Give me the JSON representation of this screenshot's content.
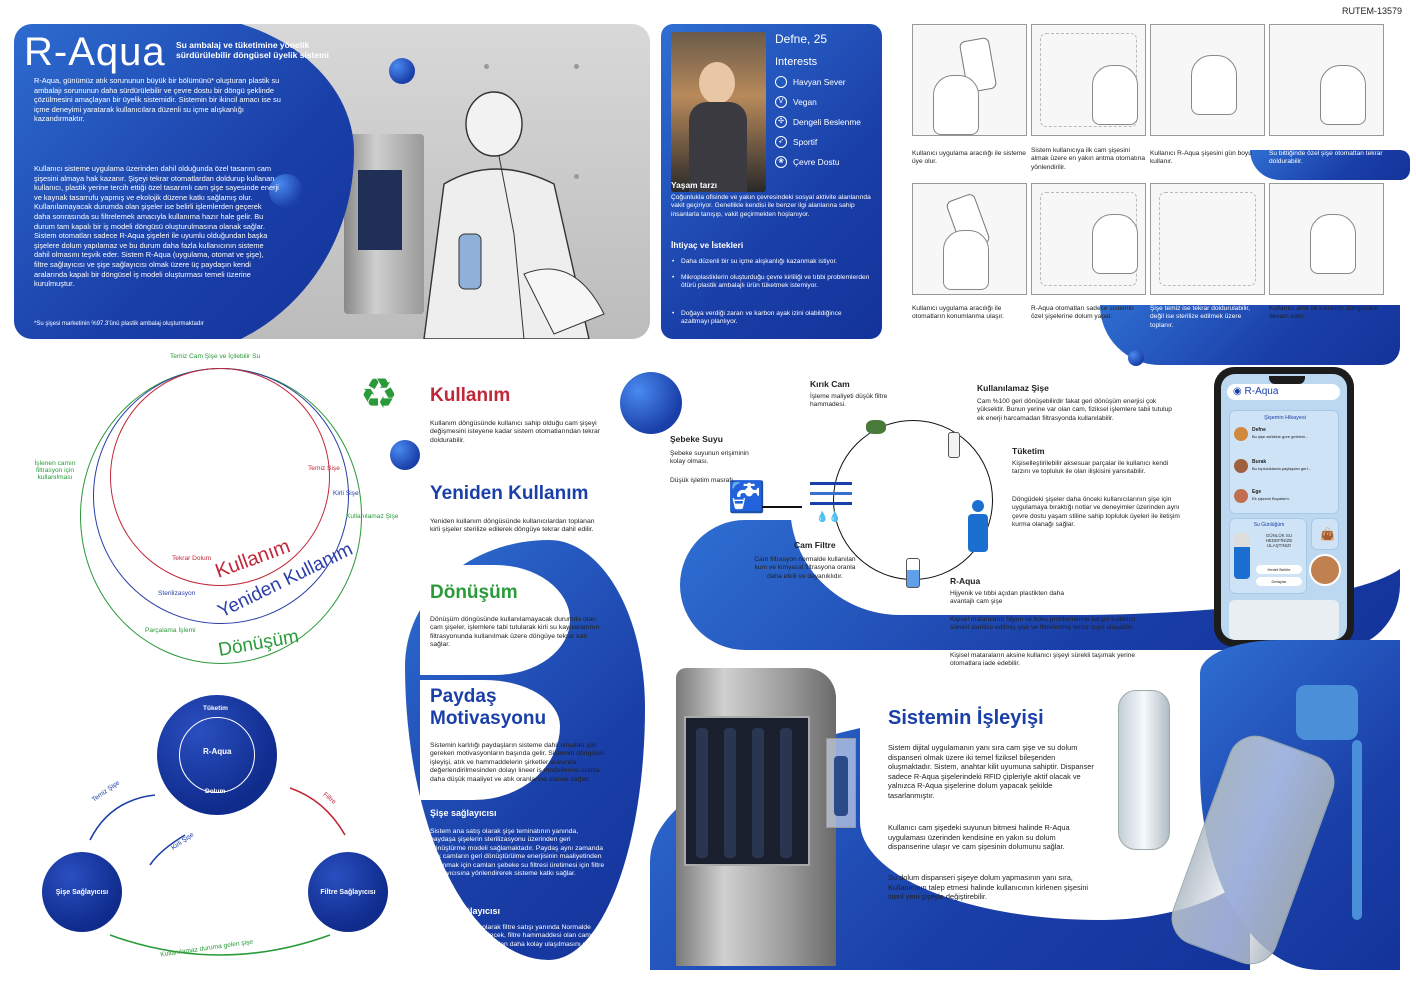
{
  "code": "RUTEM-13579",
  "intro": {
    "title": "R-Aqua",
    "subtitle": "Su ambalaj ve tüketimine yönelik sürdürülebilir döngüsel üyelik sistemi",
    "p1": "R-Aqua, günümüz atık sorununun büyük bir bölümünü* oluşturan plastik su ambalajı sorununun daha sürdürülebilir ve çevre dostu bir döngü şeklinde çözülmesini amaçlayan bir üyelik sistemidir. Sistemin bir ikincil amacı ise su içme deneyimi yaratarak kullanıcılara düzenli su içme alışkanlığı kazandırmaktır.",
    "p2": "Kullanıcı sisteme uygulama üzerinden dahil olduğunda özel tasarım cam şişesini almaya hak kazanır. Şişeyi tekrar otomatlardan doldurup kullanan kullanıcı, plastik yerine tercih ettiği özel tasarımlı cam şişe sayesinde enerji ve kaynak tasarrufu yapmış ve ekolojik düzene katkı sağlamış olur. Kullanılamayacak durumda olan şişeler ise belirli işlemlerden geçerek daha sonrasında su filtrelemek amacıyla kullanıma hazır hale gelir. Bu durum tam kapalı bir iş modeli döngüsü oluşturulmasına olanak sağlar. Sistem otomatları sadece R-Aqua şişeleri ile uyumlu olduğundan başka şişelere dolum yapılamaz ve bu durum daha fazla kullanıcının sisteme dahil olmasını teşvik eder. Sistem R-Aqua (uygulama, otomat ve şişe), filtre sağlayıcısı ve şişe sağlayıcısı olmak üzere üç paydaşın kendi aralarında kapalı bir döngüsel iş modeli oluşturması temeli üzerine kurulmuştur.",
    "footnote": "*Su şişesi marketinin %97.3'ünü plastik ambalaj oluşturmaktadır"
  },
  "persona": {
    "name": "Defne, 25",
    "interests_title": "Interests",
    "interests": [
      {
        "icon": "paw-icon",
        "label": "Havyan Sever"
      },
      {
        "icon": "vegan-icon",
        "label": "Vegan"
      },
      {
        "icon": "cutlery-icon",
        "label": "Dengeli Beslenme"
      },
      {
        "icon": "running-icon",
        "label": "Sportif"
      },
      {
        "icon": "lotus-icon",
        "label": "Çevre Dostu"
      }
    ],
    "lifestyle_title": "Yaşam tarzı",
    "lifestyle": "Çoğunlukla ofisinde ve yakın çevresindeki sosyal aktivite alanlarında vakit geçiriyor. Genellikle kendisi ile benzer ilgi alanlarına sahip insanlarla tanışıp, vakit geçirmekten hoşlanıyor.",
    "needs_title": "İhtiyaç ve İstekleri",
    "needs": [
      "Daha düzenli bir su içme alışkanlığı kazanmak istiyor.",
      "Mikroplastiklerin oluşturduğu çevre kirliliği ve tıbbi problemlerden ötürü plastik ambalajlı ürün tüketmek istemiyor.",
      "Doğaya verdiği zararı ve karbon ayak izini olabildiğince azaltmayı planlıyor."
    ]
  },
  "storyboard": [
    "Kullanıcı uygulama aracılığı ile sisteme üye olur.",
    "Sistem kullanıcıya ilk cam şişesini almak üzere en yakın antma otomatına yönlendirilir.",
    "Kullanıcı R-Aqua şişesini gün boyu kullanır.",
    "Su bittiğinde özel şişe otomattan tekrar doldurabilir.",
    "Kullanıcı uygulama aracılığı ile otomatların konumlanma ulaşır.",
    "R-Aqua otomatları sadece sistemin özel şişelerine dolum yapar.",
    "Şişe temiz ise tekrar doldurulabilir, değil ise sterilize edilmek üzere toplanır.",
    "Kullanıcı artık ile kullanım döngüsüne devam eder."
  ],
  "cycle": {
    "top_label": "Temiz Cam Şişe ve İçilebilir Su",
    "left_label": "İşlenen camın filtrasyon için kullanılması",
    "temiz_sise": "Temiz Şişe",
    "kirli_sise": "Kirli Şişe",
    "kullanilamaz": "Kullanılamaz Şişe",
    "tekrar_dolum": "Tekrar Dolum",
    "sterilizasyon": "Sterilizasyon",
    "parcalama": "Parçalama İşlemi",
    "kullanim": "Kullanım",
    "yeniden": "Yeniden Kullanım",
    "donusum": "Dönüşüm"
  },
  "sections": {
    "kullanim_title": "Kullanım",
    "kullanim_text": "Kullanım döngüsünde kullanıcı sahip olduğu cam şişeyi değişmesini isteyene kadar sistem otomatlarından tekrar doldurabilir.",
    "yeniden_title": "Yeniden Kullanım",
    "yeniden_text": "Yeniden kullanım döngüsünde kullanıcılardan toplanan kirli şişeler sterilize edilerek döngüye tekrar dahil edilir.",
    "donusum_title": "Dönüşüm",
    "donusum_text": "Dönüşüm döngüsünde kullanılamayacak durumda olan cam şişeler, işlemlere tabi tutularak kirli su kaynaklarının filtrasyonunda kullanılmak üzere döngüye tekrar katı sağlar.",
    "paydas_title": "Paydaş Motivasyonu",
    "paydas_text": "Sistemin karlılığı paydaşların sisteme dahil olmaları için gereken motivasyonların başında gelir. Sistemin döngüsel işleyişi, atık ve hammaddelerin şirketler arasında değerlendirilmesinden dolayı lineer iş modellerine oranla daha düşük maaliyet ve atık oranlarına olanak sağlar.",
    "sise_title": "Şişe sağlayıcısı",
    "sise_text": "Sistem ana satış olarak şişe teminatının yanında, paydaşa şişelerin sterilizasyonu üzerinden geri dönüştürme modeli sağlamaktadır. Paydaş aynı zamanda atık camların geri dönüştürülme enerjisinin maaliyetinden kaçınmak için camları şebeke su filtresi üretimesi için filtre sağlayıcısına yönlendirerek sisteme katkı sağlar.",
    "filtre_title": "Filtre sağlayıcısı",
    "filtre_text": "Sistem ana satış olarak filtre satışı yanında Normalde ulaşılması zor olabilecek, filtre hammaddesi olan cama şişe sağlayıcısı üzerinden daha kolay ulaşılmasını sağlar."
  },
  "stakeholders": {
    "center": "R-Aqua",
    "tuketim": "Tüketim",
    "dolum": "Dolum",
    "left": "Şişe Sağlayıcısı",
    "right": "Filtre Sağlayıcısı",
    "temiz": "Temiz Şişe",
    "kirli": "Kirli Şişe",
    "filtre": "Filtre",
    "bottom": "Kullanılamaz duruma gelen şişe"
  },
  "filter_cycle": {
    "sebeke_title": "Şebeke Suyu",
    "sebeke_text": "Şebeke suyunun erişiminin kolay olması.",
    "sebeke_text2": "Düşük işletim masrafı.",
    "kirik_title": "Kırık Cam",
    "kirik_text": "İşleme maliyeti düşük filtre hammadesi.",
    "kullanilamaz_title": "Kullanılamaz Şişe",
    "kullanilamaz_text": "Cam %100 geri dönüşebilirdir fakat geri dönüşüm enerjisi çok yüksektir. Bunun yerine var olan cam, fiziksel işlemlere tabii tutulup ek enerji harcamadan filtrasyonda kullanılabilir.",
    "tuketim_title": "Tüketim",
    "tuketim_text": "Kişiselleştirilebilir aksesuar parçalar ile kullanıcı kendi tarzını ve topluluk ile olan ilişkisini yansıtabilir.",
    "tuketim_text2": "Döngüdeki şişeler daha önceki kullanıcılarının şişe için uygulamaya bıraktığı notlar ve deneyimler üzerinden aynı çevre dostu yaşam stiline sahip topluluk üyeleri ile iletişim kurma olanağı sağlar.",
    "camfiltre_title": "Cam Filtre",
    "camfiltre_text": "Cam filtrasyon normalde kullanılan kum ve kimyasal filtrasyona oranla daha etkili ve dayanıklıdır.",
    "raqua_title": "R-Aqua",
    "raqua_text": "Hijyenik ve tıbbi açıdan plastikten daha avantajlı cam şişe",
    "raqua_text2": "Kişisel mataraların hijyen ve koku problemlerine karşın kullanıcı sürekli sterilize edilmiş şişe ve filtrelenmiş temiz suya ulaşabilir.",
    "raqua_text3": "Kişisel mataraların aksine kullanıcı şişeyi sürekli taşımak yerine otomatlara iade edebilir."
  },
  "app": {
    "brand": "R-Aqua",
    "history": "Şişemin Hikayesi",
    "users": [
      {
        "name": "Defne",
        "note": "Bu şişe ashikine gore getirisin..."
      },
      {
        "name": "Burak",
        "note": "Bu topluluklarda paylaşılan geri..."
      },
      {
        "name": "Ege",
        "note": "Ek şişesini Boyaldım."
      }
    ],
    "daily": "Su Günlüğüm",
    "goal": "GÜNLÜK SU HEDEFİNİZE ULAŞTINIZ!",
    "btn1": "Hedef Belirle",
    "btn2": "Detaylar"
  },
  "system": {
    "title": "Sistemin İşleyişi",
    "p1": "Sistem dijital uygulamanın yanı sıra cam şişe ve su dolum dispanseri olmak üzere iki temel fiziksel bileşenden oluşmaktadır. Sistem, anahtar kilit uyumuna sahiptir. Dispanser sadece R-Aqua şişelerindeki RFID çipleriyle aktif olacak ve yalnızca R-Aqua şişelerine dolum yapacak şekilde tasarlanmıştır.",
    "p2": "Kullanıcı cam şişedeki suyunun bitmesi halinde R-Aqua uygulaması üzerinden kendisine en yakın su dolum dispanserine ulaşır ve cam şişesinin dolumunu sağlar.",
    "p3": "Su dolum dispanseri şişeye dolum yapmasının yanı sıra, Kullanıcının talep etmesi halinde kullanıcının kirlenen şişesini steril yeni şişeyle değiştirebilir."
  }
}
